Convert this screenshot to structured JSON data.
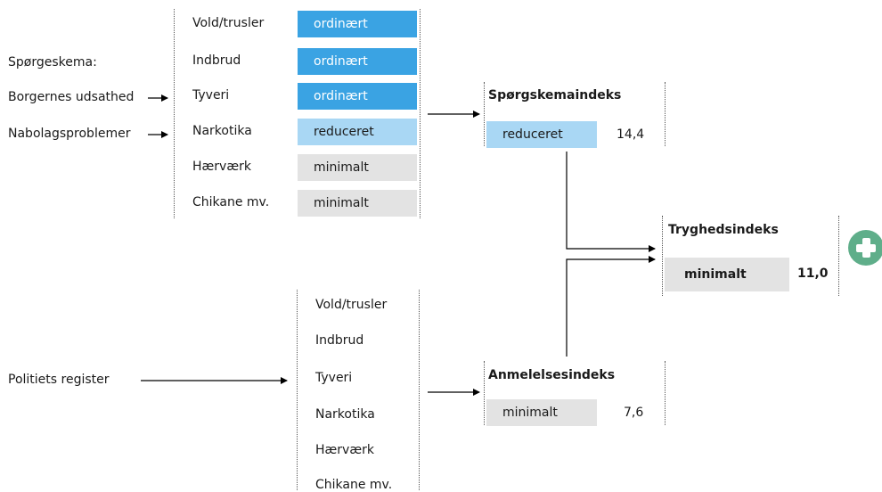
{
  "left_labels": {
    "survey": "Spørgeskema:",
    "exposure": "Borgernes udsathed",
    "neighbourhood": "Nabolagsproblemer",
    "police": "Politiets register"
  },
  "survey_categories": [
    {
      "label": "Vold/trusler",
      "level": "ordinært"
    },
    {
      "label": "Indbrud",
      "level": "ordinært"
    },
    {
      "label": "Tyveri",
      "level": "ordinært"
    },
    {
      "label": "Narkotika",
      "level": "reduceret"
    },
    {
      "label": "Hærværk",
      "level": "minimalt"
    },
    {
      "label": "Chikane mv.",
      "level": "minimalt"
    }
  ],
  "police_categories": [
    "Vold/trusler",
    "Indbrud",
    "Tyveri",
    "Narkotika",
    "Hærværk",
    "Chikane mv."
  ],
  "survey_index": {
    "title": "Spørgskemaindeks",
    "level": "reduceret",
    "value": "14,4"
  },
  "report_index": {
    "title": "Anmelelsesindeks",
    "level": "minimalt",
    "value": "7,6"
  },
  "safety_index": {
    "title": "Tryghedsindeks",
    "level": "minimalt",
    "value": "11,0"
  },
  "colors": {
    "ordinaert": "#3aa3e3",
    "reduceret": "#a9d7f4",
    "minimalt": "#e3e3e3",
    "plus": "#5fae8a"
  },
  "expand_icon": "plus-circle-icon"
}
